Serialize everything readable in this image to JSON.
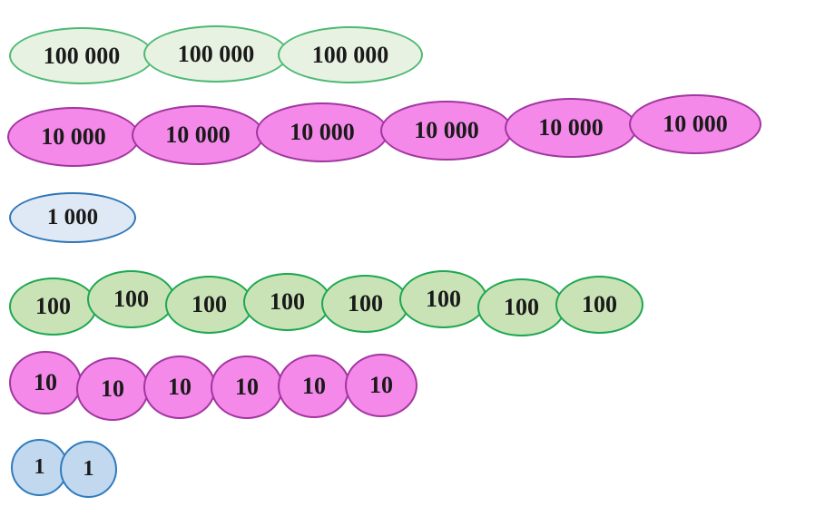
{
  "background": "#ffffff",
  "text_color": "#1a1a1a",
  "rows": [
    {
      "name": "hundred-thousands",
      "label": "100 000",
      "count": 3,
      "fill": "#e7f2e2",
      "border": "#4db973"
    },
    {
      "name": "ten-thousands",
      "label": "10 000",
      "count": 6,
      "fill": "#f489e9",
      "border": "#a136a0"
    },
    {
      "name": "thousands",
      "label": "1 000",
      "count": 1,
      "fill": "#dfe9f5",
      "border": "#2e75b6"
    },
    {
      "name": "hundreds",
      "label": "100",
      "count": 8,
      "fill": "#c9e2b6",
      "border": "#1ca851"
    },
    {
      "name": "tens",
      "label": "10",
      "count": 6,
      "fill": "#f489e9",
      "border": "#a136a0"
    },
    {
      "name": "ones",
      "label": "1",
      "count": 2,
      "fill": "#c2d8ef",
      "border": "#2e7bbf"
    }
  ]
}
